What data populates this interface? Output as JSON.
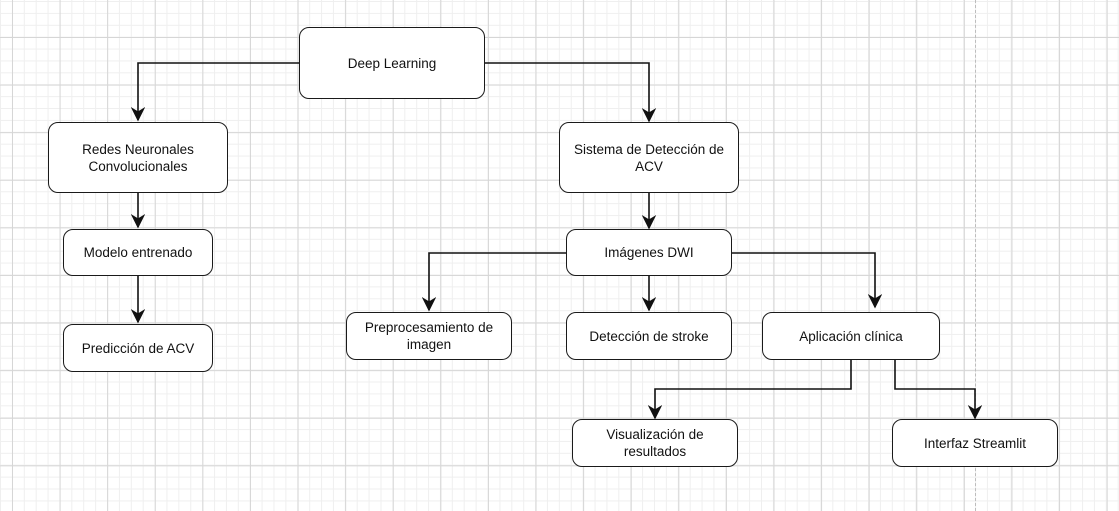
{
  "diagram": {
    "type": "flowchart",
    "nodes": [
      {
        "id": "deep_learning",
        "label": "Deep Learning"
      },
      {
        "id": "cnn",
        "label": "Redes Neuronales Convolucionales"
      },
      {
        "id": "sistema",
        "label": "Sistema de Detección de ACV"
      },
      {
        "id": "modelo",
        "label": "Modelo entrenado"
      },
      {
        "id": "prediccion",
        "label": "Predicción de ACV"
      },
      {
        "id": "dwi",
        "label": "Imágenes DWI"
      },
      {
        "id": "preproc",
        "label": "Preprocesamiento de imagen"
      },
      {
        "id": "deteccion",
        "label": "Detección de stroke"
      },
      {
        "id": "aplicacion",
        "label": "Aplicación clínica"
      },
      {
        "id": "visualizacion",
        "label": "Visualización de resultados"
      },
      {
        "id": "streamlit",
        "label": "Interfaz Streamlit"
      }
    ],
    "edges": [
      {
        "from": "deep_learning",
        "to": "cnn"
      },
      {
        "from": "deep_learning",
        "to": "sistema"
      },
      {
        "from": "cnn",
        "to": "modelo"
      },
      {
        "from": "modelo",
        "to": "prediccion"
      },
      {
        "from": "sistema",
        "to": "dwi"
      },
      {
        "from": "dwi",
        "to": "preproc"
      },
      {
        "from": "dwi",
        "to": "deteccion"
      },
      {
        "from": "dwi",
        "to": "aplicacion"
      },
      {
        "from": "aplicacion",
        "to": "visualizacion"
      },
      {
        "from": "aplicacion",
        "to": "streamlit"
      }
    ]
  }
}
